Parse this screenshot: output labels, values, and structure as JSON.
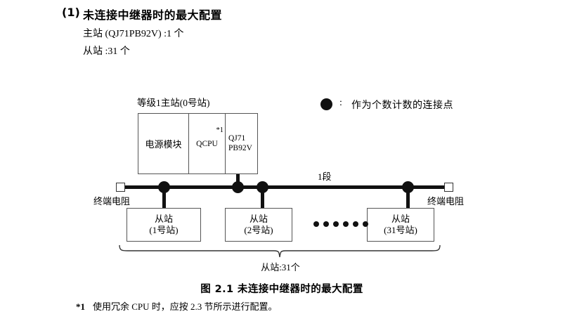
{
  "heading": {
    "number": "(1)",
    "title": "未连接中继器时的最大配置",
    "spec_master": "主站 (QJ71PB92V) :1 个",
    "spec_slave": "从站 :31 个"
  },
  "legend": {
    "colon": ":",
    "text": "作为个数计数的连接点",
    "marker": "filled-circle"
  },
  "diagram": {
    "master_label": "等级1主站(0号站)",
    "rack": {
      "power_module": "电源模块",
      "cpu_module": "QCPU",
      "cpu_footnote_mark": "*1",
      "network_module_line1": "QJ71",
      "network_module_line2": "PB92V"
    },
    "segment_label": "1段",
    "terminator_left": "终端电阻",
    "terminator_right": "终端电阻",
    "slaves": [
      {
        "name": "从站",
        "station": "(1号站)"
      },
      {
        "name": "从站",
        "station": "(2号站)"
      },
      {
        "name": "从站",
        "station": "(31号站)"
      }
    ],
    "ellipsis_dot_count": 6,
    "brace_label": "从站:31个"
  },
  "caption": "图 2.1  未连接中继器时的最大配置",
  "footnote": {
    "mark": "*1",
    "text": "使用冗余 CPU 时，应按 2.3 节所示进行配置。"
  },
  "colors": {
    "ink": "#111111",
    "box_border": "#555555",
    "background": "#ffffff"
  }
}
